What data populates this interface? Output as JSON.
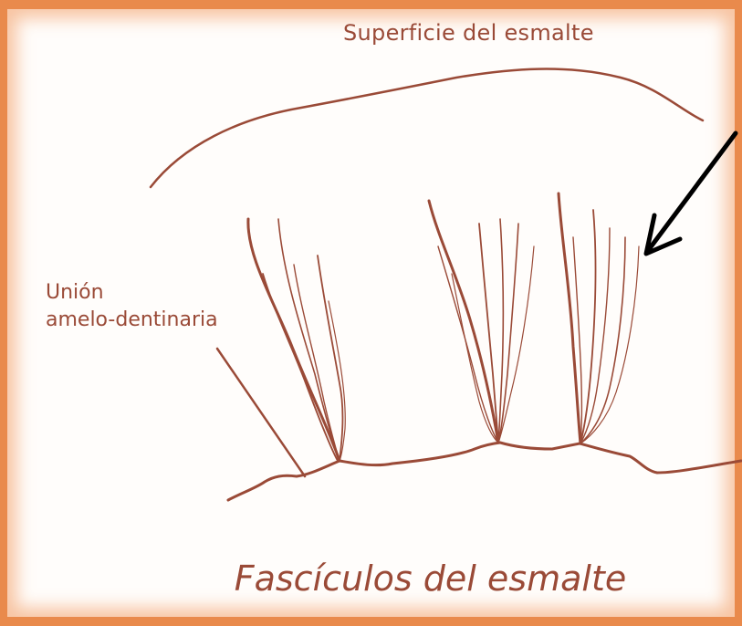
{
  "labels": {
    "surface": "Superficie del esmalte",
    "junction_line1": "Unión",
    "junction_line2": "amelo-dentinaria"
  },
  "caption": "Fascículos del esmalte",
  "colors": {
    "ink": "#9a4a37",
    "frame": "#e98a4c",
    "background": "#fffdfb",
    "arrow": "#000000"
  },
  "icons": {
    "pointer": "arrow-icon"
  }
}
